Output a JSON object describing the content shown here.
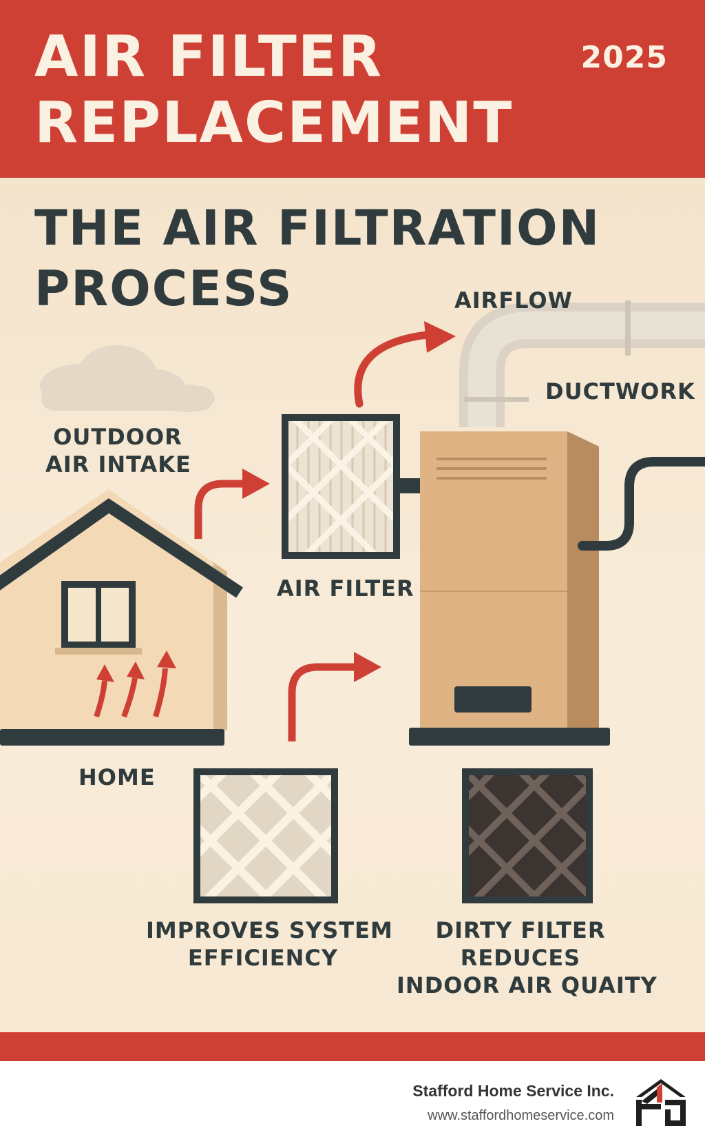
{
  "header": {
    "title_line1": "AIR FILTER",
    "title_line2": "REPLACEMENT",
    "year": "2025"
  },
  "section": {
    "heading_line1": "THE AIR FILTRATION",
    "heading_line2": "PROCESS"
  },
  "labels": {
    "airflow": "AIRFLOW",
    "ductwork": "DUCTWORK",
    "outdoor_line1": "OUTDOOR",
    "outdoor_line2": "AIR INTAKE",
    "air_filter": "AIR FILTER",
    "home": "HOME",
    "clean_line1": "IMPROVES SYSTEM",
    "clean_line2": "EFFICIENCY",
    "dirty_line1": "DIRTY FILTER",
    "dirty_line2": "REDUCES",
    "dirty_line3": "INDOOR AIR QUAITY"
  },
  "footer": {
    "company": "Stafford Home Service Inc.",
    "website": "www.staffordhomeservice.com"
  },
  "icons": [
    "cloud-icon",
    "house-icon",
    "air-filter-icon",
    "furnace-icon",
    "ductwork-pipe-icon",
    "clean-filter-icon",
    "dirty-filter-icon",
    "airflow-arrow-icon",
    "stafford-logo-icon"
  ],
  "colors": {
    "banner_red": "#cf4034",
    "background_cream": "#f7e8d2",
    "dark_slate": "#2f3b3d",
    "furnace_tan": "#dfb384",
    "arrow_red": "#cf4034"
  }
}
